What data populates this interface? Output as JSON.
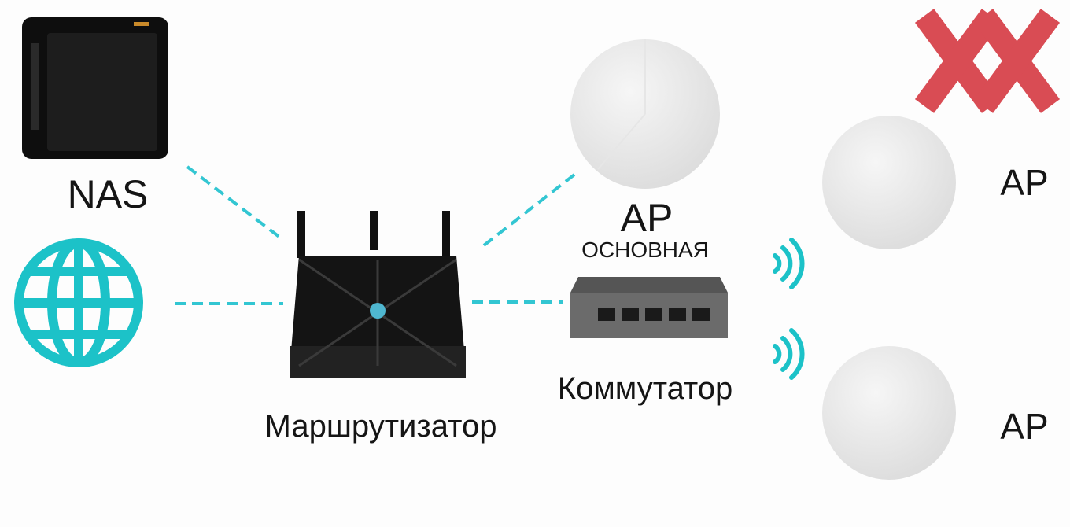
{
  "labels": {
    "nas": "NAS",
    "router": "Маршрутизатор",
    "main_ap": "AP",
    "main_ap_sub": "ОСНОВНАЯ",
    "switch": "Коммутатор",
    "ap_top": "AP",
    "ap_bottom": "AP"
  },
  "colors": {
    "link": "#33c6d2",
    "globe": "#1cc2c8",
    "logo": "#d8434b",
    "device": "#111111"
  },
  "logo_text": "XX"
}
